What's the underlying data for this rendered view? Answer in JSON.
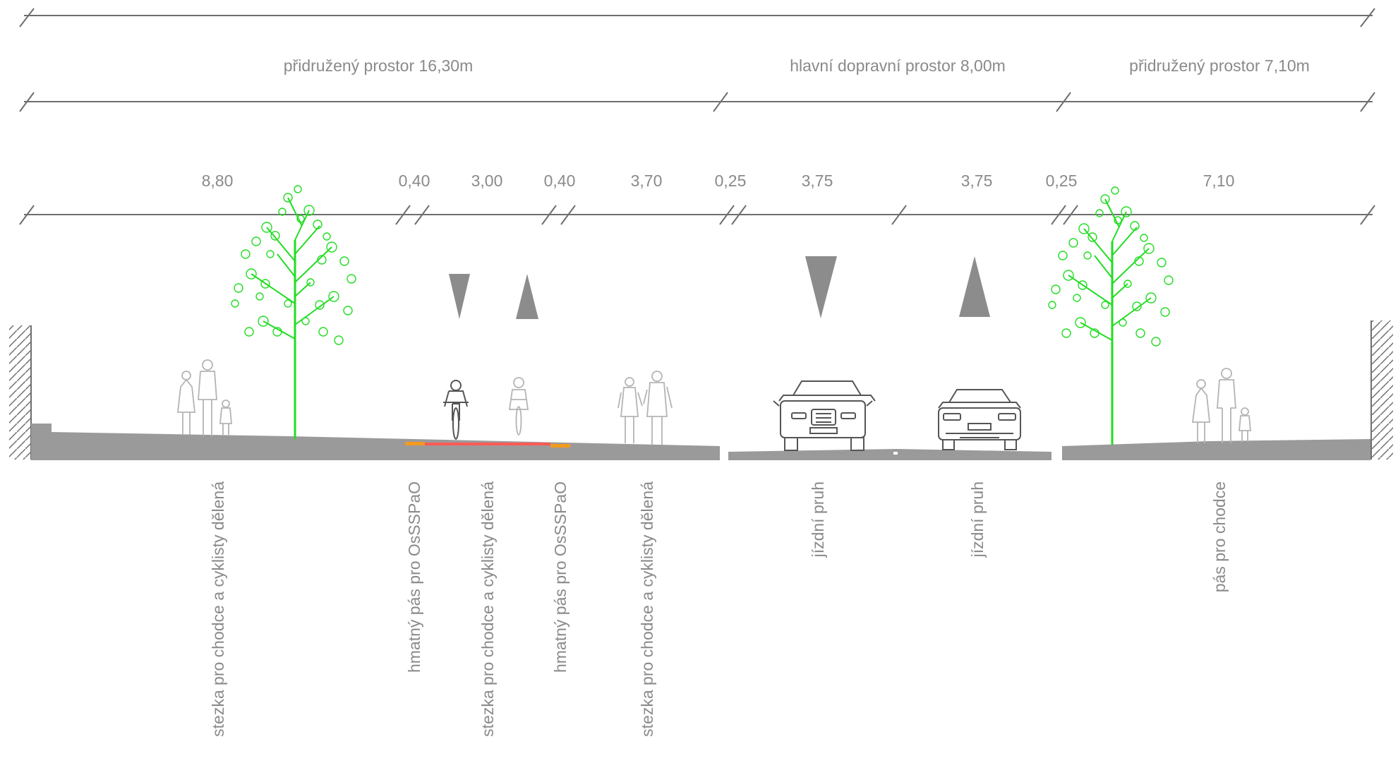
{
  "dimensions": {
    "overall_labels": [
      "přidružený prostor 16,30m",
      "hlavní dopravní prostor 8,00m",
      "přidružený prostor 7,10m"
    ],
    "segment_labels": [
      "8,80",
      "0,40",
      "3,00",
      "0,40",
      "3,70",
      "0,25",
      "3,75",
      "3,75",
      "0,25",
      "7,10"
    ]
  },
  "section_labels": [
    "stezka pro chodce a cyklisty dělená",
    "hmatný pás pro OsSSPaO",
    "stezka pro chodce a cyklisty dělená",
    "hmatný pás pro OsSSPaO",
    "stezka pro chodce a cyklisty dělená",
    "jízdní pruh",
    "jízdní pruh",
    "pás pro chodce"
  ],
  "colors": {
    "dim_line": "#6e6e6e",
    "label": "#8a8a8a",
    "ground": "#9a9a9a",
    "tree": "#22dd22",
    "tactile_strip": "#f39a1e",
    "bike_lane_marking": "#ff5a55",
    "arrow": "#8c8c8c",
    "figure": "#b4b4b4"
  },
  "icons": {
    "trees": [
      "tree-icon",
      "tree-icon"
    ],
    "people": [
      "pedestrian-group-icon",
      "cyclist-icon",
      "cyclist-icon",
      "pedestrian-couple-icon",
      "pedestrian-family-icon"
    ],
    "vehicles": [
      "car-front-icon",
      "car-rear-icon"
    ],
    "arrows": [
      "direction-arrow-down-icon",
      "direction-arrow-up-icon",
      "direction-arrow-down-icon",
      "direction-arrow-up-icon"
    ]
  }
}
